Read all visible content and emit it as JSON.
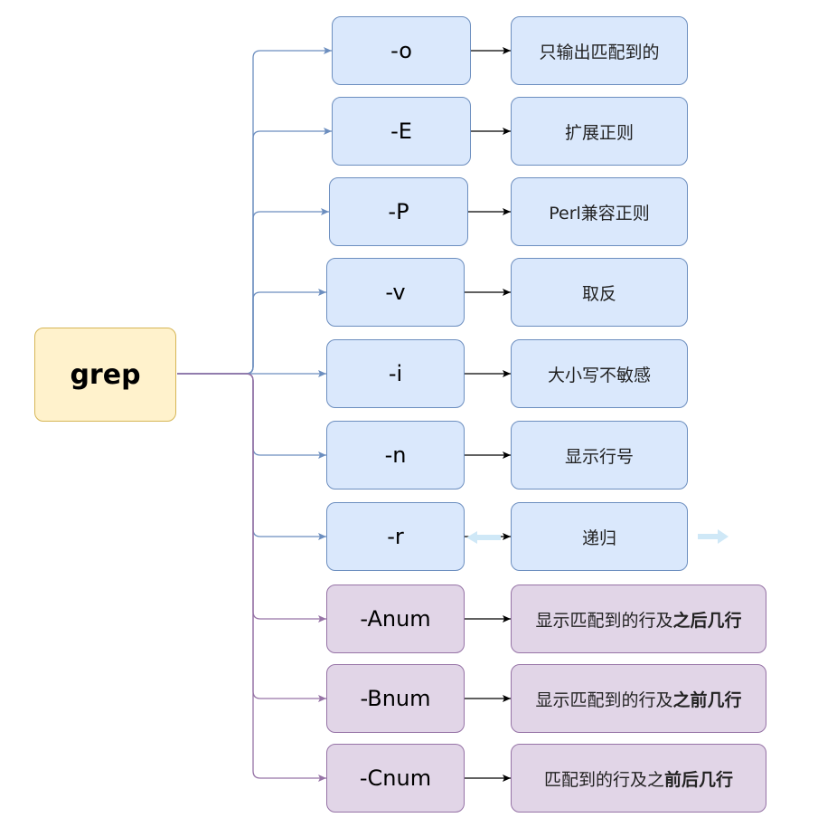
{
  "root": {
    "label": "grep"
  },
  "options": [
    {
      "flag": "-o",
      "desc": "只输出匹配到的",
      "bold": "",
      "theme": "blue"
    },
    {
      "flag": "-E",
      "desc": "扩展正则",
      "bold": "",
      "theme": "blue"
    },
    {
      "flag": "-P",
      "desc": "Perl兼容正则",
      "bold": "",
      "theme": "blue"
    },
    {
      "flag": "-v",
      "desc": "取反",
      "bold": "",
      "theme": "blue"
    },
    {
      "flag": "-i",
      "desc": "大小写不敏感",
      "bold": "",
      "theme": "blue"
    },
    {
      "flag": "-n",
      "desc": "显示行号",
      "bold": "",
      "theme": "blue"
    },
    {
      "flag": "-r",
      "desc": "递归",
      "bold": "",
      "theme": "blue"
    },
    {
      "flag": "-Anum",
      "desc": "显示匹配到的行及",
      "bold": "之后几行",
      "theme": "purple"
    },
    {
      "flag": "-Bnum",
      "desc": "显示匹配到的行及",
      "bold": "之前几行",
      "theme": "purple"
    },
    {
      "flag": "-Cnum",
      "desc": "匹配到的行及之",
      "bold": "前后几行",
      "theme": "purple"
    }
  ],
  "colors": {
    "blue_line": "#6c8ebf",
    "purple_line": "#9673a6",
    "arrow": "#000000"
  }
}
